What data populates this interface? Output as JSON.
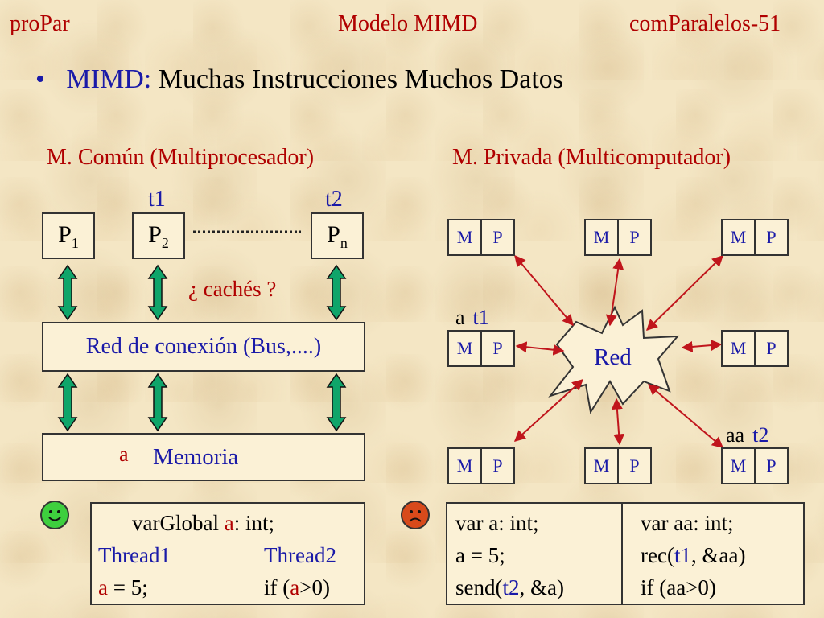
{
  "header": {
    "left": "proPar",
    "center": "Modelo MIMD",
    "right": "comParalelos-51"
  },
  "bullet": {
    "dot": "•",
    "term": "MIMD:",
    "text": " Muchas Instrucciones Muchos Datos"
  },
  "shared": {
    "heading": "M. Común (Multiprocesador)",
    "t1": "t1",
    "t2": "t2",
    "p1": "P",
    "p1_sub": "1",
    "p2": "P",
    "p2_sub": "2",
    "pn": "P",
    "pn_sub": "n",
    "caches": "¿ cachés ?",
    "network": "Red de conexión (Bus,....)",
    "mem_var": "a",
    "memory": "Memoria"
  },
  "private": {
    "heading": "M. Privada (Multicomputador)",
    "m": "M",
    "p": "P",
    "red": "Red",
    "label_a": "a",
    "label_t1": "t1",
    "label_aa": "aa",
    "label_t2": "t2"
  },
  "code_shared": {
    "l1a": "varGlobal ",
    "l1b": "a",
    "l1c": ": int;",
    "thread1": "Thread1",
    "thread2": "Thread2",
    "l3a1": "a",
    "l3a2": " = 5;",
    "l3b1": "if (",
    "l3b2": "a",
    "l3b3": ">0)"
  },
  "code_private": {
    "c1l1": "var a: int;",
    "c1l2": "a = 5;",
    "c1l3a": "send(",
    "c1l3b": "t2",
    "c1l3c": ", &a)",
    "c2l1": "var aa: int;",
    "c2l2a": "rec(",
    "c2l2b": "t1",
    "c2l2c": ", &aa)",
    "c2l3": "if (aa>0)"
  },
  "colors": {
    "maroon": "#b00000",
    "blue": "#1a1aa8",
    "arrow_green": "#0fa56a",
    "arrow_red": "#c0151c",
    "smile_green": "#3ecf3e",
    "frown_red": "#d84a1b"
  },
  "icons": {
    "happy": "happy-face-icon",
    "sad": "sad-face-icon"
  }
}
